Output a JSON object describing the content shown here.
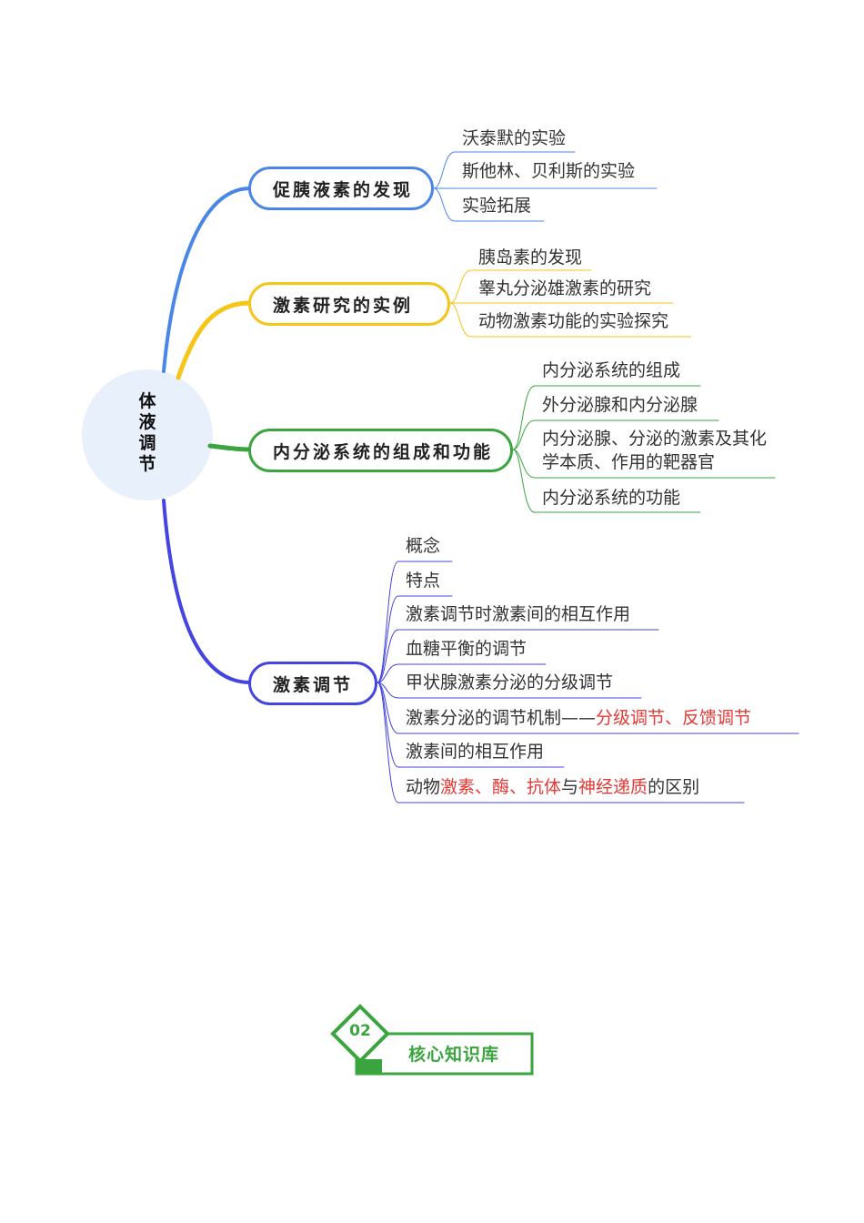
{
  "root": {
    "label": [
      "体",
      "液",
      "调",
      "节"
    ]
  },
  "branches": [
    {
      "label": "促胰液素的发现",
      "color": "#4a86e8",
      "leaves": [
        "沃泰默的实验",
        "斯他林、贝利斯的实验",
        "实验拓展"
      ]
    },
    {
      "label": "激素研究的实例",
      "color": "#f5c518",
      "leaves": [
        "胰岛素的发现",
        "睾丸分泌雄激素的研究",
        "动物激素功能的实验探究"
      ]
    },
    {
      "label": "内分泌系统的组成和功能",
      "color": "#3aa53f",
      "leaves": [
        "内分泌系统的组成",
        "外分泌腺和内分泌腺",
        "内分泌腺、分泌的激素及其化学本质、作用的靶器官",
        "内分泌系统的功能"
      ]
    },
    {
      "label": "激素调节",
      "color": "#4444e0",
      "leaves": [
        "概念",
        "特点",
        "激素调节时激素间的相互作用",
        "血糖平衡的调节",
        "甲状腺激素分泌的分级调节",
        {
          "prefix": "激素分泌的调节机制——",
          "highlight": "分级调节、反馈调节"
        },
        "激素间的相互作用",
        {
          "prefix": "动物",
          "highlight": "激素、酶、抗体",
          "mid": "与",
          "highlight2": "神经递质",
          "suffix": "的区别"
        }
      ]
    }
  ],
  "section_badge": {
    "number": "02",
    "label": "核心知识库",
    "color": "#3aa53f"
  }
}
